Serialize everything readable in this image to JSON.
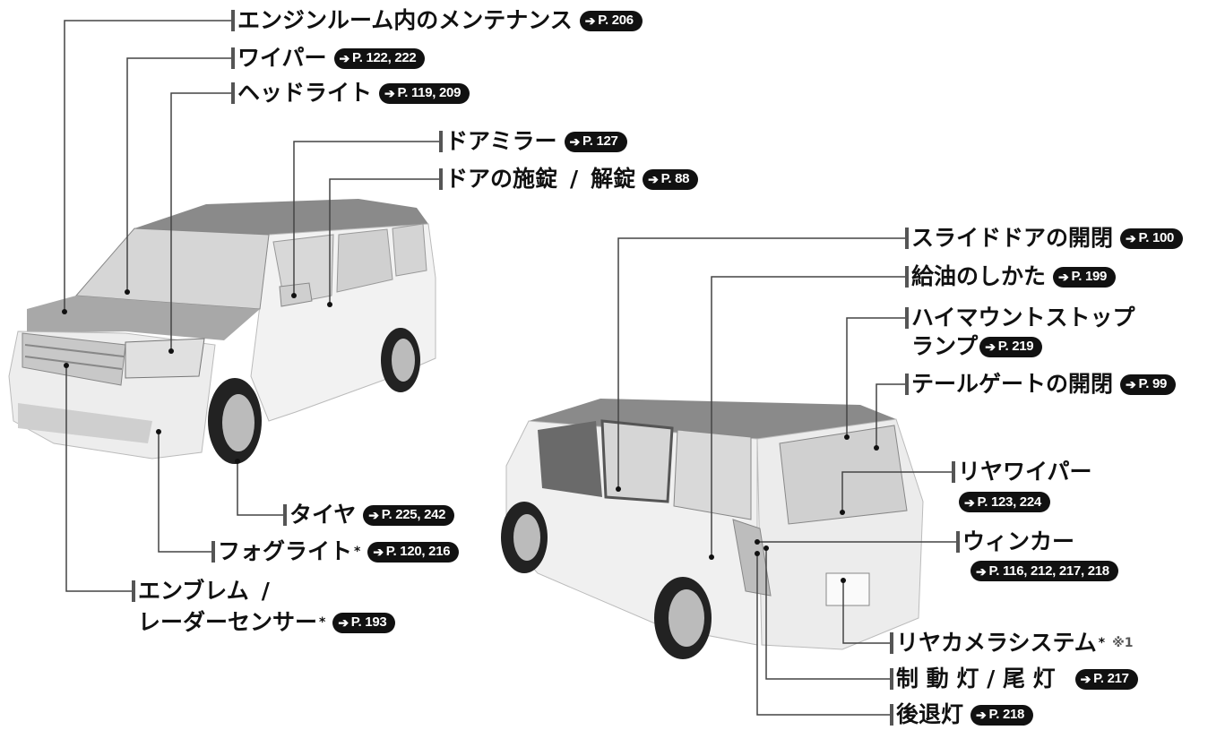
{
  "labels": {
    "engine": {
      "text": "エンジンルーム内のメンテナンス",
      "ref": "P. 206"
    },
    "wiper": {
      "text": "ワイパー",
      "ref": "P. 122, 222"
    },
    "headlight": {
      "text": "ヘッドライト",
      "ref": "P. 119, 209"
    },
    "mirror": {
      "text": "ドアミラー",
      "ref": "P. 127"
    },
    "doorlock": {
      "text1": "ドアの施錠",
      "slash": "/",
      "text2": "解錠",
      "ref": "P. 88"
    },
    "tire": {
      "text": "タイヤ",
      "ref": "P. 225, 242"
    },
    "fog": {
      "text": "フォグライト",
      "mark": "*",
      "ref": "P. 120, 216"
    },
    "emblem": {
      "line1": "エンブレム",
      "slash": "/",
      "line2": "レーダーセンサー",
      "mark": "*",
      "ref": "P. 193"
    },
    "slide": {
      "text": "スライドドアの開閉",
      "ref": "P. 100"
    },
    "fuel": {
      "text": "給油のしかた",
      "ref": "P. 199"
    },
    "highmount": {
      "line1": "ハイマウントストップ",
      "line2": "ランプ",
      "ref": "P. 219"
    },
    "tailgate": {
      "text": "テールゲートの開閉",
      "ref": "P. 99"
    },
    "rearwiper": {
      "text": "リヤワイパー",
      "ref": "P. 123, 224"
    },
    "winker": {
      "text": "ウィンカー",
      "ref": "P. 116, 212, 217, 218"
    },
    "camera": {
      "text": "リヤカメラシステム",
      "mark": "*",
      "note": "※1"
    },
    "brake": {
      "text": "制 動 灯 / 尾 灯",
      "ref": "P. 217"
    },
    "reverse": {
      "text": "後退灯",
      "ref": "P. 218"
    }
  },
  "icons": {
    "ref_arrow": "arrow-right-icon"
  }
}
